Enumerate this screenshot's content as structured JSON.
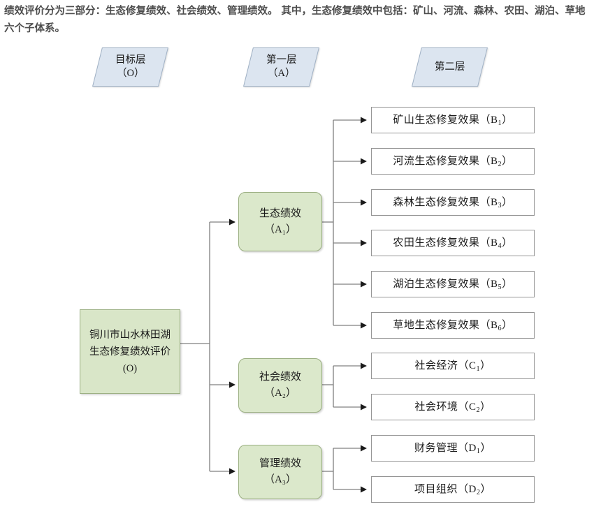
{
  "caption": {
    "text": "绩效评价分为三部分：生态修复绩效、社会绩效、管理绩效。 其中，生态修复绩效中包括：矿山、河流、森林、农田、湖泊、草地六个子体系。"
  },
  "colors": {
    "banner_fill": "#dce5f0",
    "banner_border": "#9fb0c4",
    "node_fill": "#d9e6c8",
    "node_border": "#9cb083",
    "leaf_fill": "#ffffff",
    "leaf_border": "#959595",
    "connector": "#808080",
    "arrowhead": "#1a1a1a",
    "caption_text": "#4d4d4d"
  },
  "banners": [
    {
      "id": "banner-goal-layer",
      "label": "目标层\n（O）"
    },
    {
      "id": "banner-first-layer",
      "label": "第一层\n（A）"
    },
    {
      "id": "banner-second-layer",
      "label": "第二层"
    }
  ],
  "goal": {
    "id": "goal-node",
    "label": "铜川市山水林田湖生态修复绩效评价(O)"
  },
  "criteria": [
    {
      "id": "criterion-a1",
      "name": "生态绩效",
      "code": "A",
      "index": "1",
      "label": "生态绩效\n（A₁）"
    },
    {
      "id": "criterion-a2",
      "name": "社会绩效",
      "code": "A",
      "index": "2",
      "label": "社会绩效\n（A₂）"
    },
    {
      "id": "criterion-a3",
      "name": "管理绩效",
      "code": "A",
      "index": "3",
      "label": "管理绩效\n（A₃）"
    }
  ],
  "indicators": [
    {
      "id": "indicator-b1",
      "parent": "criterion-a1",
      "name": "矿山生态修复效果",
      "code": "B",
      "index": "1"
    },
    {
      "id": "indicator-b2",
      "parent": "criterion-a1",
      "name": "河流生态修复效果",
      "code": "B",
      "index": "2"
    },
    {
      "id": "indicator-b3",
      "parent": "criterion-a1",
      "name": "森林生态修复效果",
      "code": "B",
      "index": "3"
    },
    {
      "id": "indicator-b4",
      "parent": "criterion-a1",
      "name": "农田生态修复效果",
      "code": "B",
      "index": "4"
    },
    {
      "id": "indicator-b5",
      "parent": "criterion-a1",
      "name": "湖泊生态修复效果",
      "code": "B",
      "index": "5"
    },
    {
      "id": "indicator-b6",
      "parent": "criterion-a1",
      "name": "草地生态修复效果",
      "code": "B",
      "index": "6"
    },
    {
      "id": "indicator-c1",
      "parent": "criterion-a2",
      "name": "社会经济",
      "code": "C",
      "index": "1"
    },
    {
      "id": "indicator-c2",
      "parent": "criterion-a2",
      "name": "社会环境",
      "code": "C",
      "index": "2"
    },
    {
      "id": "indicator-d1",
      "parent": "criterion-a3",
      "name": "财务管理",
      "code": "D",
      "index": "1"
    },
    {
      "id": "indicator-d2",
      "parent": "criterion-a3",
      "name": "项目组织",
      "code": "D",
      "index": "2"
    }
  ],
  "diagram": {
    "type": "hierarchy-tree",
    "levels": 3,
    "root_count": 1,
    "criteria_count": 3,
    "indicator_count": 10
  }
}
